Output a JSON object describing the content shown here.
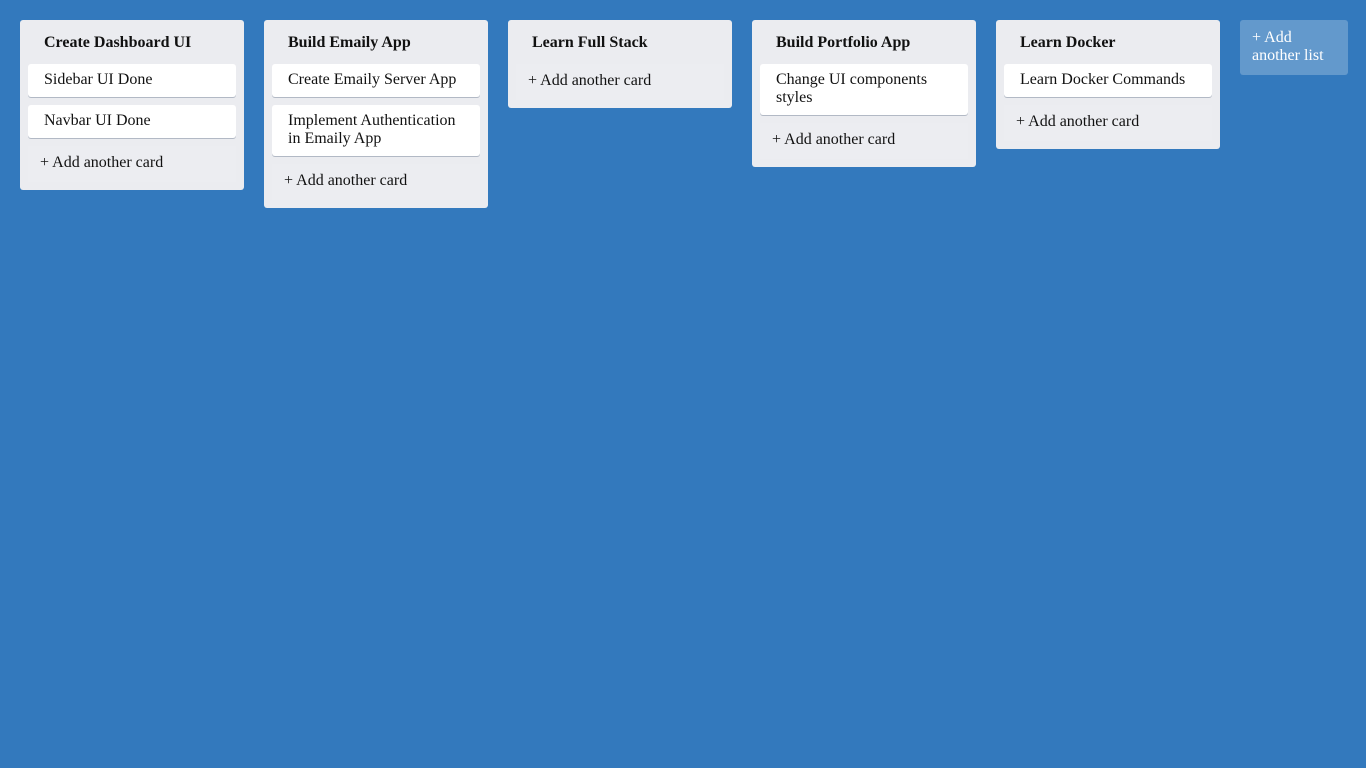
{
  "board": {
    "background": "#3379bd",
    "lists": [
      {
        "title": "Create Dashboard UI",
        "cards": [
          "Sidebar UI Done",
          "Navbar UI Done"
        ],
        "add_card_label": "+ Add another card"
      },
      {
        "title": "Build Emaily App",
        "cards": [
          "Create Emaily Server App",
          "Implement Authentication in Emaily App"
        ],
        "add_card_label": "+ Add another card"
      },
      {
        "title": "Learn Full Stack",
        "cards": [],
        "add_card_label": "+ Add another card"
      },
      {
        "title": "Build Portfolio App",
        "cards": [
          "Change UI components styles"
        ],
        "add_card_label": "+ Add another card"
      },
      {
        "title": "Learn Docker",
        "cards": [
          "Learn Docker Commands"
        ],
        "add_card_label": "+ Add another card"
      }
    ],
    "add_list_label": "+ Add another list"
  }
}
